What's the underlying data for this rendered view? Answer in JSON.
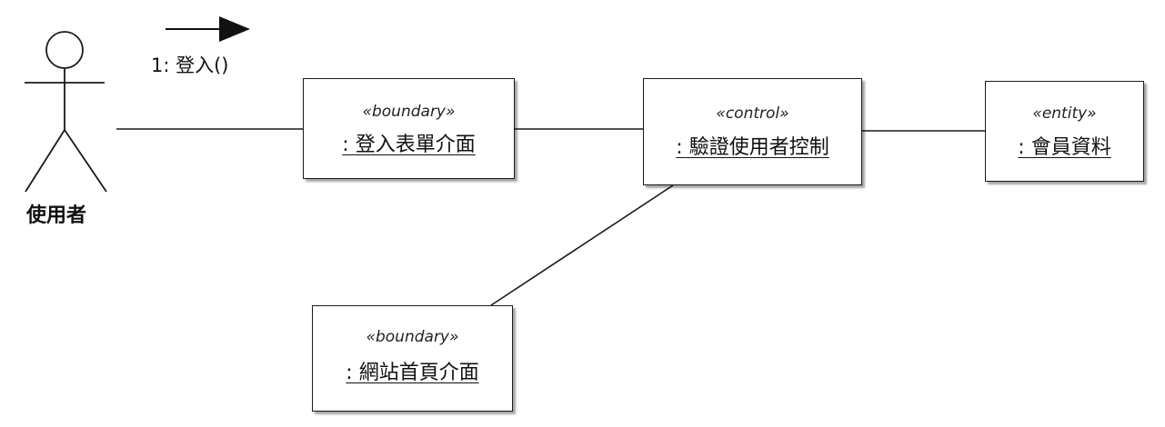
{
  "actor": {
    "name": "使用者"
  },
  "message": {
    "label": "1: 登入()"
  },
  "objects": {
    "login_form": {
      "stereotype": "«boundary»",
      "name": ": 登入表單介面"
    },
    "verify_control": {
      "stereotype": "«control»",
      "name": ": 驗證使用者控制"
    },
    "member_data": {
      "stereotype": "«entity»",
      "name": ": 會員資料"
    },
    "homepage": {
      "stereotype": "«boundary»",
      "name": ": 網站首頁介面"
    }
  }
}
